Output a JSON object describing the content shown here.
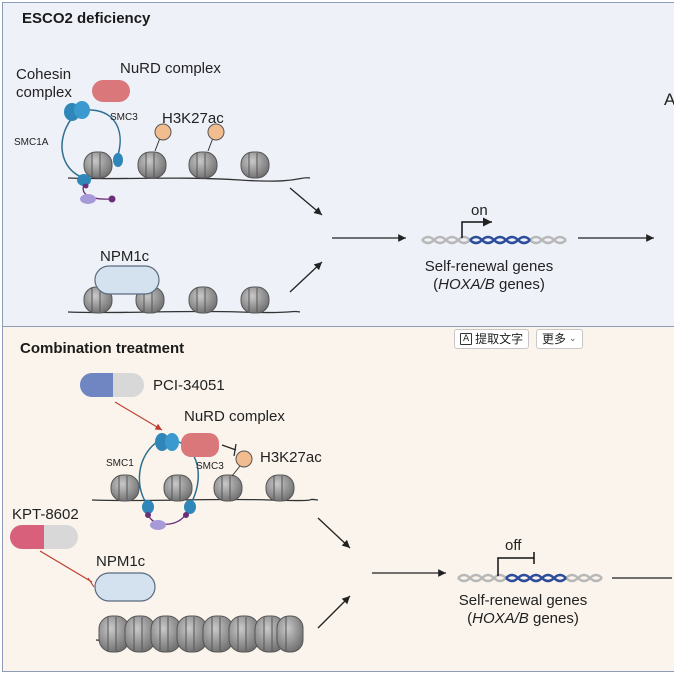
{
  "top_panel": {
    "title": "ESCO2 deficiency",
    "cohesin_label_1": "Cohesin",
    "cohesin_label_2": "complex",
    "nurd_label": "NuRD complex",
    "smc3_label": "SMC3",
    "smc1a_label": "SMC1A",
    "h3k27ac_label": "H3K27ac",
    "npm1c_label": "NPM1c",
    "state_label": "on",
    "genes_label_1": "Self-renewal genes",
    "genes_label_2_italic": "HOXA/B",
    "genes_label_2_rest": " genes)",
    "genes_label_2_open": "(",
    "edge_char": "A"
  },
  "bottom_panel": {
    "title": "Combination treatment",
    "pci_label": "PCI-34051",
    "nurd_label": "NuRD complex",
    "smc1_label": "SMC1",
    "smc3_label": "SMC3",
    "h3k27ac_label": "H3K27ac",
    "kpt_label": "KPT-8602",
    "npm1c_label": "NPM1c",
    "state_label": "off",
    "genes_label_1": "Self-renewal genes",
    "genes_label_2_italic": "HOXA/B",
    "genes_label_2_rest": " genes)",
    "genes_label_2_open": "("
  },
  "toolbar": {
    "extract_icon": "A",
    "extract_label": "提取文字",
    "more_label": "更多",
    "more_chevron": "⌄"
  },
  "colors": {
    "nucleosome": "#8c8c8c",
    "cohesin": "#2f86b8",
    "nurd": "#d9777b",
    "h3k27ac": "#f1bd8f",
    "npm1c": "#d4e2f0",
    "pci_pill": "#6f86c2",
    "kpt_pill": "#d9607a",
    "dna_blue": "#2c4c9c",
    "dna_grey": "#b8b8b8"
  }
}
